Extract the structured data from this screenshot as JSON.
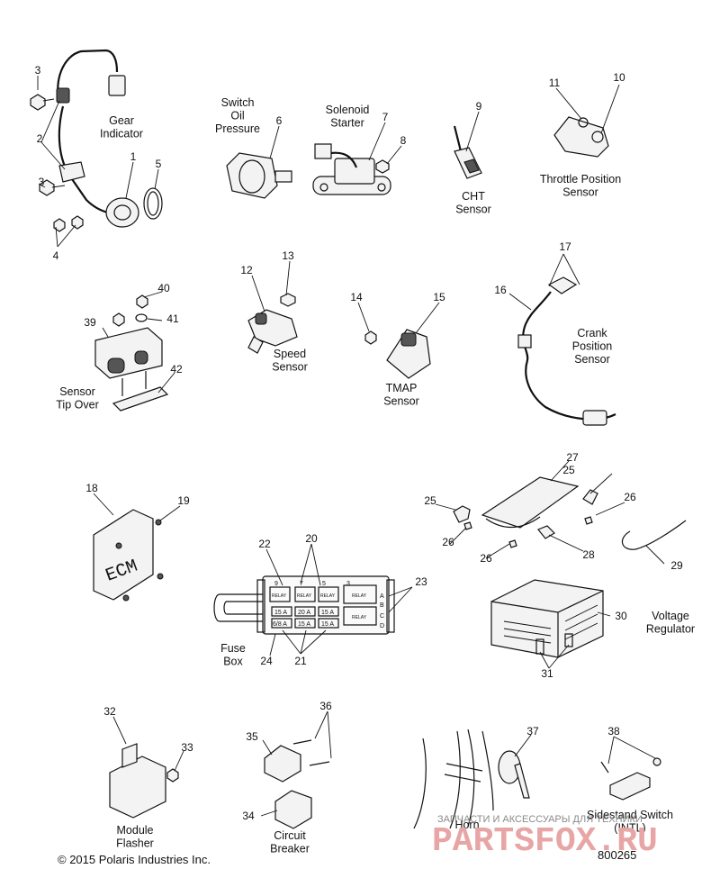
{
  "labels": {
    "gear_indicator": "Gear\nIndicator",
    "switch_oil_pressure": "Switch\nOil\nPressure",
    "solenoid_starter": "Solenoid\nStarter",
    "cht_sensor": "CHT\nSensor",
    "throttle_position_sensor": "Throttle Position\nSensor",
    "sensor_tip_over": "Sensor\nTip Over",
    "speed_sensor": "Speed\nSensor",
    "tmap_sensor": "TMAP\nSensor",
    "crank_position_sensor": "Crank\nPosition\nSensor",
    "voltage_regulator": "Voltage\nRegulator",
    "fuse_box": "Fuse\nBox",
    "module_flasher": "Module\nFlasher",
    "circuit_breaker": "Circuit\nBreaker",
    "horn": "Horn",
    "sidestand_switch": "Sidestand Switch\n(INTL)",
    "ecm": "ECM"
  },
  "callouts": [
    "1",
    "2",
    "3",
    "3",
    "4",
    "5",
    "6",
    "7",
    "8",
    "9",
    "10",
    "11",
    "12",
    "13",
    "14",
    "15",
    "16",
    "17",
    "18",
    "19",
    "20",
    "21",
    "22",
    "23",
    "24",
    "25",
    "25",
    "26",
    "26",
    "26",
    "27",
    "28",
    "29",
    "30",
    "31",
    "32",
    "33",
    "34",
    "35",
    "36",
    "37",
    "38",
    "39",
    "40",
    "41",
    "42"
  ],
  "fuse_box": {
    "col_letters": [
      "9",
      "7",
      "5",
      "3"
    ],
    "row_letters": [
      "A",
      "B",
      "C",
      "D"
    ],
    "relay": "RELAY",
    "fuses": [
      "15 A",
      "20 A",
      "15 A",
      "6/8 A",
      "15 A",
      "15 A"
    ]
  },
  "footer": {
    "copyright": "© 2015 Polaris Industries Inc.",
    "diagram_number": "800265"
  },
  "watermark": {
    "caption": "ЗАПЧАСТИ И АКСЕССУАРЫ ДЛЯ ТЕХНИКИ",
    "brand": "PARTSFOX.RU"
  }
}
